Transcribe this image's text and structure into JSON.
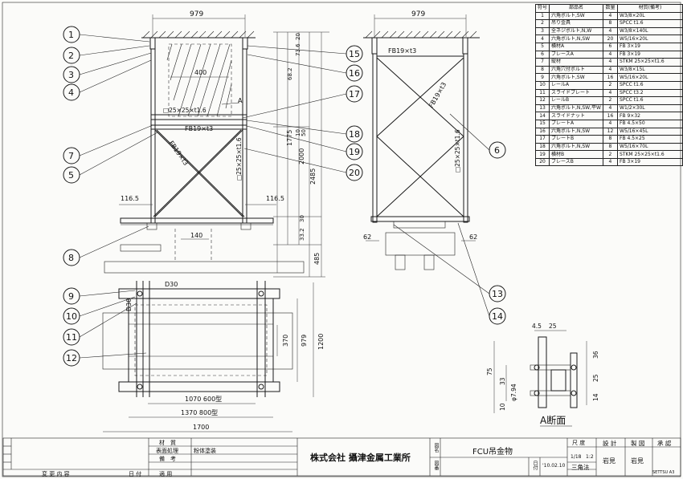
{
  "parts_list": {
    "headers": [
      "符号",
      "部品名",
      "数量",
      "材質(備考)"
    ],
    "rows": [
      {
        "no": "1",
        "name": "六角ボルト,SW",
        "qty": "4",
        "material": "W3/8×20L"
      },
      {
        "no": "2",
        "name": "吊り金具",
        "qty": "8",
        "material": "SPCC t1.6"
      },
      {
        "no": "3",
        "name": "全ネジボルト,N,W",
        "qty": "4",
        "material": "W3/8×140L"
      },
      {
        "no": "4",
        "name": "六角ボルト,N,SW",
        "qty": "20",
        "material": "W5/16×20L"
      },
      {
        "no": "5",
        "name": "横材A",
        "qty": "6",
        "material": "FB 3×19"
      },
      {
        "no": "6",
        "name": "ブレースA",
        "qty": "4",
        "material": "FB 3×19"
      },
      {
        "no": "7",
        "name": "縦材",
        "qty": "4",
        "material": "STKM 25×25×t1.6"
      },
      {
        "no": "8",
        "name": "六角穴付ボルト",
        "qty": "4",
        "material": "W3/8×15L"
      },
      {
        "no": "9",
        "name": "六角ボルト,SW",
        "qty": "16",
        "material": "W5/16×20L"
      },
      {
        "no": "10",
        "name": "レールA",
        "qty": "2",
        "material": "SPCC t1.6"
      },
      {
        "no": "11",
        "name": "スライドプレート",
        "qty": "4",
        "material": "SPCC t3.2"
      },
      {
        "no": "12",
        "name": "レールB",
        "qty": "2",
        "material": "SPCC t1.6"
      },
      {
        "no": "13",
        "name": "六角ボルト,N,SW,平W",
        "qty": "4",
        "material": "W1/2×30L"
      },
      {
        "no": "14",
        "name": "スライドナット",
        "qty": "16",
        "material": "FB 9×32"
      },
      {
        "no": "15",
        "name": "プレートA",
        "qty": "4",
        "material": "FB 4.5×50"
      },
      {
        "no": "16",
        "name": "六角ボルト,N,SW",
        "qty": "12",
        "material": "W5/16×45L"
      },
      {
        "no": "17",
        "name": "プレートB",
        "qty": "8",
        "material": "FB 4.5×25"
      },
      {
        "no": "18",
        "name": "六角ボルト,N,SW",
        "qty": "8",
        "material": "W5/16×70L"
      },
      {
        "no": "19",
        "name": "横材B",
        "qty": "2",
        "material": "STKM 25×25×t1.6"
      },
      {
        "no": "20",
        "name": "ブレースB",
        "qty": "4",
        "material": "FB 3×19"
      }
    ]
  },
  "front_view": {
    "width_dim": "979",
    "inner_dim": "400",
    "member_label_1": "□25×25×t1.6",
    "detail_ref": "A",
    "flat_bar_1": "FB19×t3",
    "flat_bar_2": "FB19×t3",
    "member_label_2": "□25×25×t1.6",
    "left_dim": "116.5",
    "right_dim": "116.5",
    "base_dim": "140",
    "v_dims": [
      "20",
      "73.6",
      "68.2",
      "1775",
      "2000",
      "2485",
      "30",
      "33.2",
      "485"
    ],
    "v_dims_labels": {
      "d20": "20",
      "d736": "73.6",
      "d682": "68.2",
      "d1775": "1775",
      "d2000": "2000",
      "d2485": "2485",
      "d30": "30",
      "d332": "33.2",
      "d485": "485",
      "d10": "10",
      "d50": "50"
    }
  },
  "side_view": {
    "width_dim": "979",
    "flat_bar_top": "FB19×t3",
    "flat_bar_diag": "FB19×t3",
    "member_label": "□25×25×t1.6",
    "left_dim": "62",
    "right_dim": "62"
  },
  "plan_view": {
    "d30_top": "D30",
    "d30_left": "D30",
    "dim_370": "370",
    "dim_979": "979",
    "dim_1200": "1200",
    "dim_1070": "1070 600型",
    "dim_1370": "1370 800型",
    "dim_1700": "1700"
  },
  "detail_a": {
    "title": "A断面",
    "top_dims": [
      "4.5",
      "25"
    ],
    "right_dims": [
      "36",
      "25",
      "14"
    ],
    "left_dims": [
      "75",
      "33",
      "10"
    ],
    "bolt_dia": "φ7.94"
  },
  "balloons": [
    "1",
    "2",
    "3",
    "4",
    "5",
    "7",
    "8",
    "9",
    "10",
    "11",
    "12",
    "15",
    "16",
    "17",
    "18",
    "19",
    "20",
    "6",
    "13",
    "14"
  ],
  "title_block": {
    "material_label": "材　質",
    "surface_label": "表面処理",
    "surface_value": "粉体塗装",
    "remarks_label": "備　考",
    "change_label": "変 更 内 容",
    "date_label": "日 付",
    "apply_label": "適 用",
    "company": "株式会社 攝津金属工業所",
    "drawing_label": "図名",
    "drawing_name": "FCU吊金物",
    "number_label": "図番",
    "date_field_label": "日付",
    "date_value": "'10.02.10",
    "scale_label": "尺 度",
    "scale_value_1": "1/18",
    "scale_value_2": "1:2",
    "projection": "三角法",
    "design_label": "設 計",
    "design_value": "岩見",
    "drafting_label": "製 図",
    "drafting_value": "岩見",
    "approval_label": "承 認",
    "sheet_code": "SETTSU A3"
  }
}
